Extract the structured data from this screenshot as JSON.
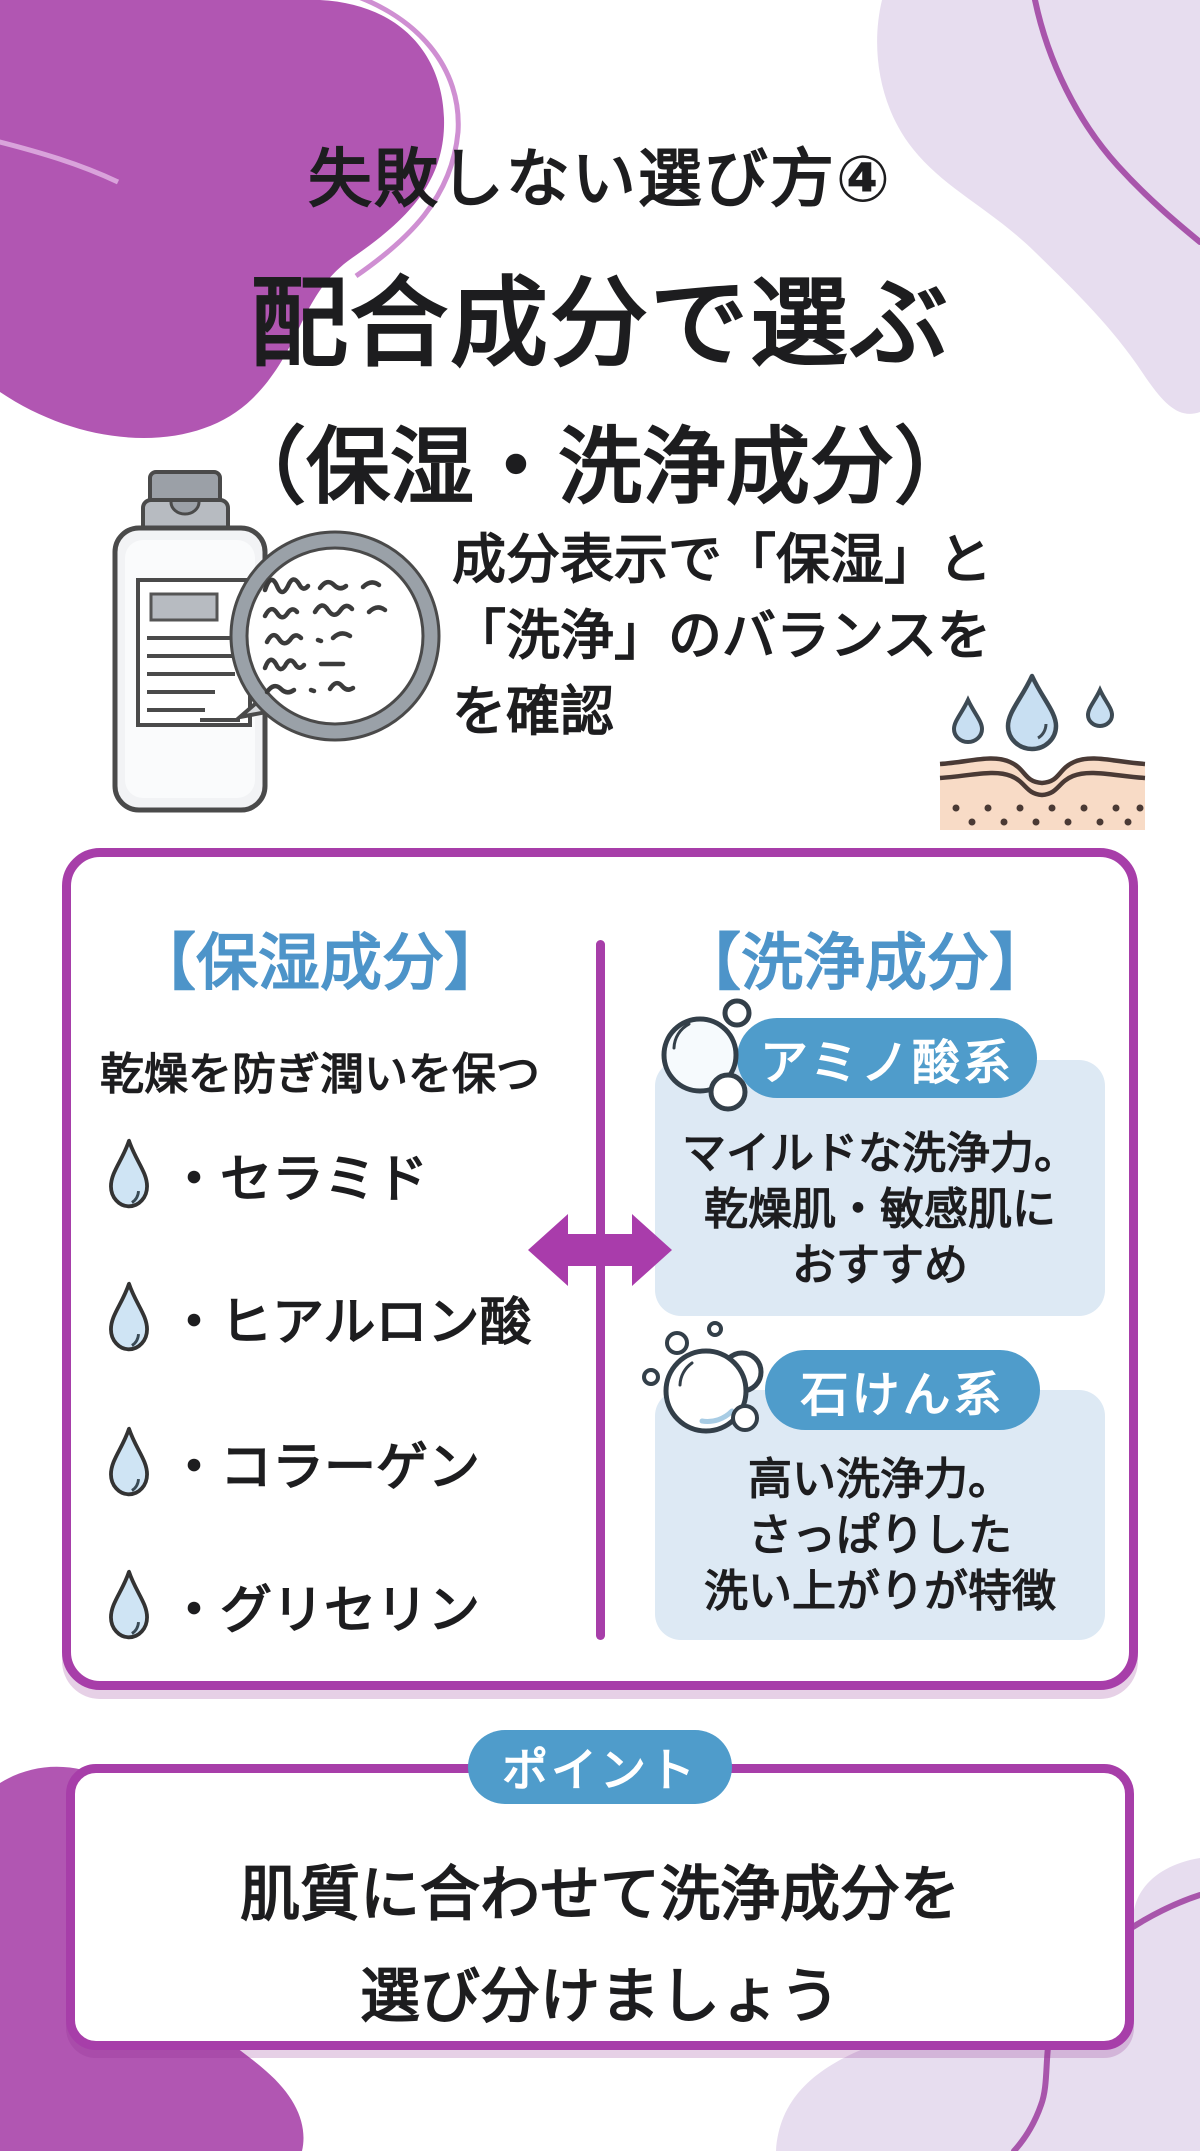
{
  "title": {
    "small": "失敗しない選び方④",
    "main": "配合成分で選ぶ",
    "sub": "（保湿・洗浄成分）"
  },
  "intro": {
    "line1": "成分表示で「保湿」と",
    "line2": "「洗浄」のバランスを",
    "line3": "を確認"
  },
  "panel": {
    "moisturizing": {
      "header": "【保湿成分】",
      "subtitle": "乾燥を防ぎ潤いを保つ",
      "items": [
        {
          "label": "・セラミド"
        },
        {
          "label": "・ヒアルロン酸"
        },
        {
          "label": "・コラーゲン"
        },
        {
          "label": "・グリセリン"
        }
      ]
    },
    "cleansing": {
      "header": "【洗浄成分】",
      "cards": [
        {
          "badge": "アミノ酸系",
          "line1": "マイルドな洗浄力。",
          "line2": "乾燥肌・敏感肌に",
          "line3": "おすすめ"
        },
        {
          "badge": "石けん系",
          "line1": "高い洗浄力。",
          "line2": "さっぱりした",
          "line3": "洗い上がりが特徴"
        }
      ]
    }
  },
  "point": {
    "badge": "ポイント",
    "line1": "肌質に合わせて洗浄成分を",
    "line2": "選び分けましょう"
  },
  "colors": {
    "purple_border": "#a73ea9",
    "purple_blob": "#b156b2",
    "lavender_blob": "#e7ddef",
    "badge_blue": "#4f9ccb",
    "header_blue": "#4d94c9",
    "card_blue": "#dde9f4"
  }
}
